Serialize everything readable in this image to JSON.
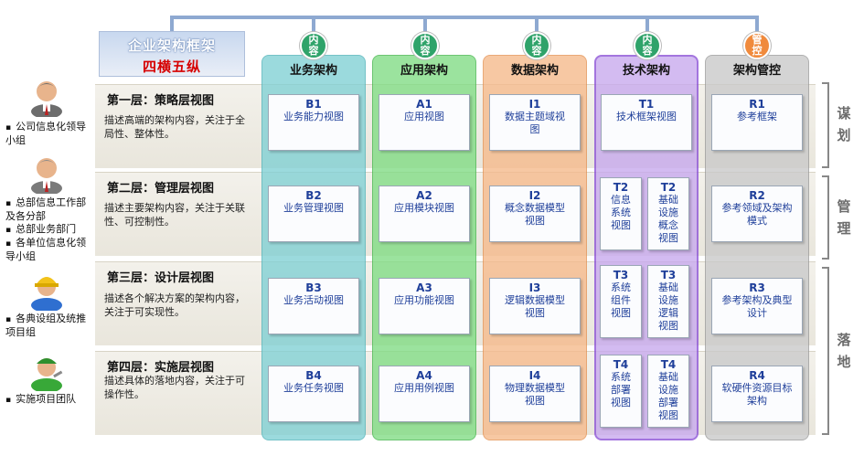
{
  "title": {
    "main": "企业架构框架",
    "sub": "四横五纵"
  },
  "columns": [
    {
      "header": "业务架构",
      "badge": "内容",
      "color": "#7fd0d4"
    },
    {
      "header": "应用架构",
      "badge": "内容",
      "color": "#7fdc83"
    },
    {
      "header": "数据架构",
      "badge": "内容",
      "color": "#f6b98a"
    },
    {
      "header": "技术架构",
      "badge": "内容",
      "color": "#c7a8ee"
    },
    {
      "header": "架构管控",
      "badge": "管控",
      "color": "#c9c9c9"
    }
  ],
  "layers": [
    {
      "title": "第一层：策略层视图",
      "desc": "描述高端的架构内容，关注于全局性、整体性。"
    },
    {
      "title": "第二层：管理层视图",
      "desc": "描述主要架构内容，关注于关联性、可控制性。"
    },
    {
      "title": "第三层：设计层视图",
      "desc": "描述各个解决方案的架构内容，关注于可实现性。"
    },
    {
      "title": "第四层：实施层视图",
      "desc": "描述具体的落地内容，关注于可操作性。"
    }
  ],
  "cells": {
    "business": [
      {
        "code": "B1",
        "label": "业务能力视图"
      },
      {
        "code": "B2",
        "label": "业务管理视图"
      },
      {
        "code": "B3",
        "label": "业务活动视图"
      },
      {
        "code": "B4",
        "label": "业务任务视图"
      }
    ],
    "application": [
      {
        "code": "A1",
        "label": "应用视图"
      },
      {
        "code": "A2",
        "label": "应用模块视图"
      },
      {
        "code": "A3",
        "label": "应用功能视图"
      },
      {
        "code": "A4",
        "label": "应用用例视图"
      }
    ],
    "data": [
      {
        "code": "I1",
        "label": "数据主题域视图"
      },
      {
        "code": "I2",
        "label": "概念数据模型视图"
      },
      {
        "code": "I3",
        "label": "逻辑数据模型视图"
      },
      {
        "code": "I4",
        "label": "物理数据模型视图"
      }
    ],
    "tech_top": {
      "code": "T1",
      "label": "技术框架视图"
    },
    "tech": [
      {
        "left": {
          "code": "T2",
          "label": "信息系统视图"
        },
        "right": {
          "code": "T2",
          "label": "基础设施概念视图"
        }
      },
      {
        "left": {
          "code": "T3",
          "label": "系统组件视图"
        },
        "right": {
          "code": "T3",
          "label": "基础设施逻辑视图"
        }
      },
      {
        "left": {
          "code": "T4",
          "label": "系统部署视图"
        },
        "right": {
          "code": "T4",
          "label": "基础设施部署视图"
        }
      }
    ],
    "governance": [
      {
        "code": "R1",
        "label": "参考框架"
      },
      {
        "code": "R2",
        "label": "参考领域及架构模式"
      },
      {
        "code": "R3",
        "label": "参考架构及典型设计"
      },
      {
        "code": "R4",
        "label": "软硬件资源目标架构"
      }
    ]
  },
  "roles": [
    [
      "公司信息化领导小组"
    ],
    [
      "总部信息工作部及各分部",
      "总部业务部门",
      "各单位信息化领导小组"
    ],
    [
      "各典设组及统推项目组"
    ],
    [
      "实施项目团队"
    ]
  ],
  "braces": [
    "谋划",
    "管理",
    "落地"
  ]
}
